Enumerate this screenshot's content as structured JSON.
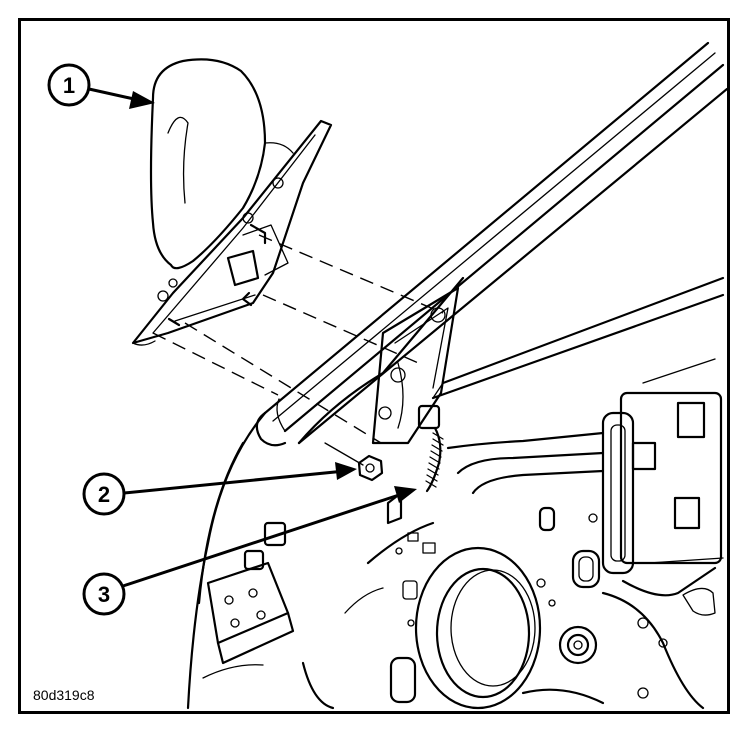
{
  "figure": {
    "id": "80d319c8"
  },
  "callouts": [
    {
      "number": "1",
      "part": "mirror"
    },
    {
      "number": "2",
      "part": "nut"
    },
    {
      "number": "3",
      "part": "wire-harness"
    }
  ]
}
